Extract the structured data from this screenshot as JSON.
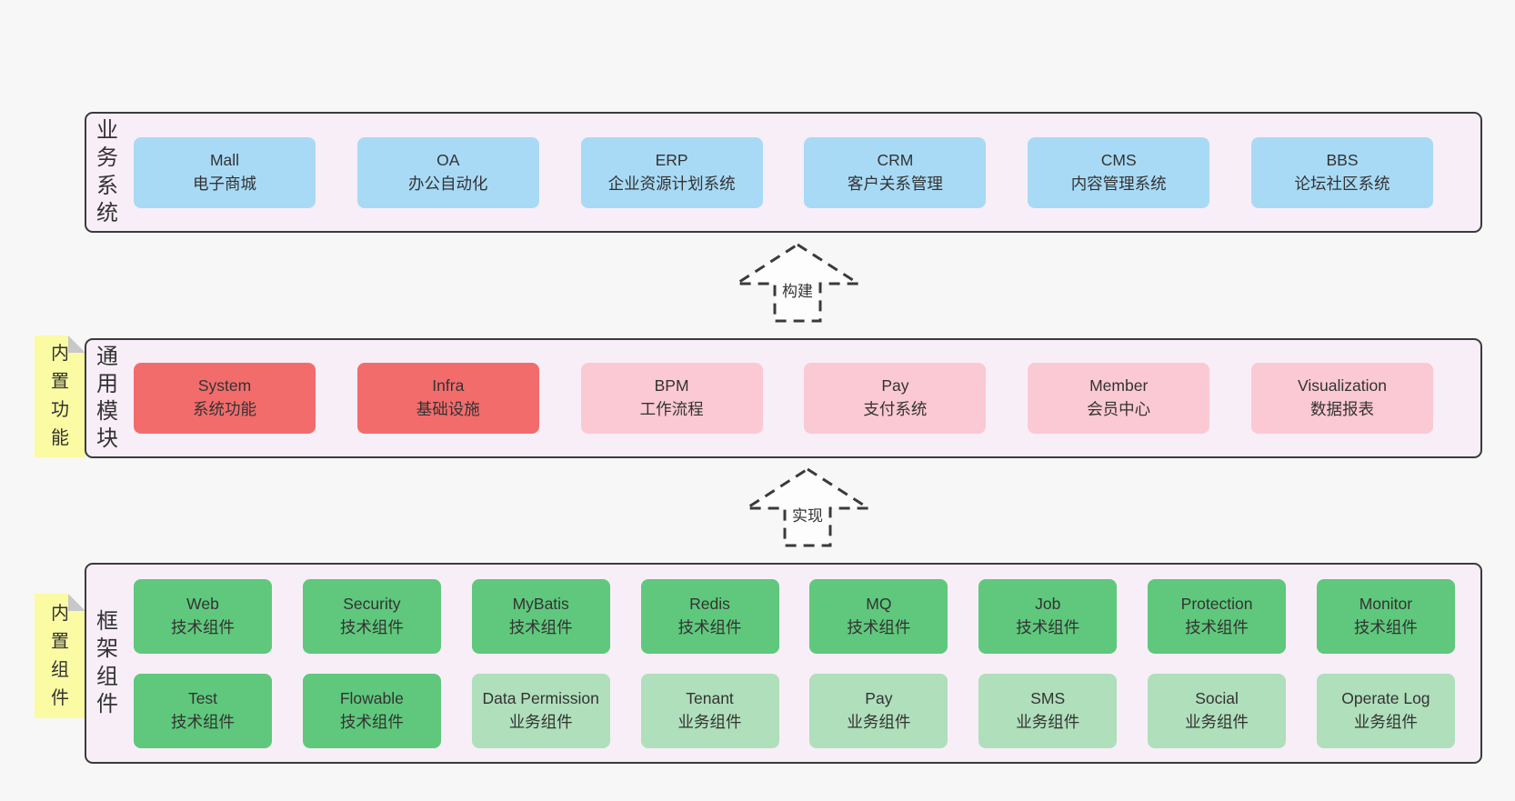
{
  "colors": {
    "page_bg": "#f7f7f7",
    "band_bg": "#f8eef7",
    "band_border": "#3b3b3b",
    "blue_box": "#a8daf5",
    "red_box": "#f26c6c",
    "pink_box": "#fbc9d3",
    "green_box": "#5fc87c",
    "light_green_box": "#afdfbb",
    "tag_yellow": "#fbfba3",
    "tag_fold_gray": "#c8c8c8",
    "text": "#333333"
  },
  "layers": [
    {
      "name": "业务系统",
      "boxes": [
        {
          "title": "Mall",
          "subtitle": "电子商城"
        },
        {
          "title": "OA",
          "subtitle": "办公自动化"
        },
        {
          "title": "ERP",
          "subtitle": "企业资源计划系统"
        },
        {
          "title": "CRM",
          "subtitle": "客户关系管理"
        },
        {
          "title": "CMS",
          "subtitle": "内容管理系统"
        },
        {
          "title": "BBS",
          "subtitle": "论坛社区系统"
        }
      ]
    },
    {
      "name": "通用模块",
      "tag": "内置功能",
      "boxes": [
        {
          "title": "System",
          "subtitle": "系统功能"
        },
        {
          "title": "Infra",
          "subtitle": "基础设施"
        },
        {
          "title": "BPM",
          "subtitle": "工作流程"
        },
        {
          "title": "Pay",
          "subtitle": "支付系统"
        },
        {
          "title": "Member",
          "subtitle": "会员中心"
        },
        {
          "title": "Visualization",
          "subtitle": "数据报表"
        }
      ]
    },
    {
      "name": "框架组件",
      "tag": "内置组件",
      "rows": [
        [
          {
            "title": "Web",
            "subtitle": "技术组件"
          },
          {
            "title": "Security",
            "subtitle": "技术组件"
          },
          {
            "title": "MyBatis",
            "subtitle": "技术组件"
          },
          {
            "title": "Redis",
            "subtitle": "技术组件"
          },
          {
            "title": "MQ",
            "subtitle": "技术组件"
          },
          {
            "title": "Job",
            "subtitle": "技术组件"
          },
          {
            "title": "Protection",
            "subtitle": "技术组件"
          },
          {
            "title": "Monitor",
            "subtitle": "技术组件"
          }
        ],
        [
          {
            "title": "Test",
            "subtitle": "技术组件"
          },
          {
            "title": "Flowable",
            "subtitle": "技术组件"
          },
          {
            "title": "Data Permission",
            "subtitle": "业务组件"
          },
          {
            "title": "Tenant",
            "subtitle": "业务组件"
          },
          {
            "title": "Pay",
            "subtitle": "业务组件"
          },
          {
            "title": "SMS",
            "subtitle": "业务组件"
          },
          {
            "title": "Social",
            "subtitle": "业务组件"
          },
          {
            "title": "Operate Log",
            "subtitle": "业务组件"
          }
        ]
      ]
    }
  ],
  "arrows": [
    {
      "label": "构建"
    },
    {
      "label": "实现"
    }
  ]
}
